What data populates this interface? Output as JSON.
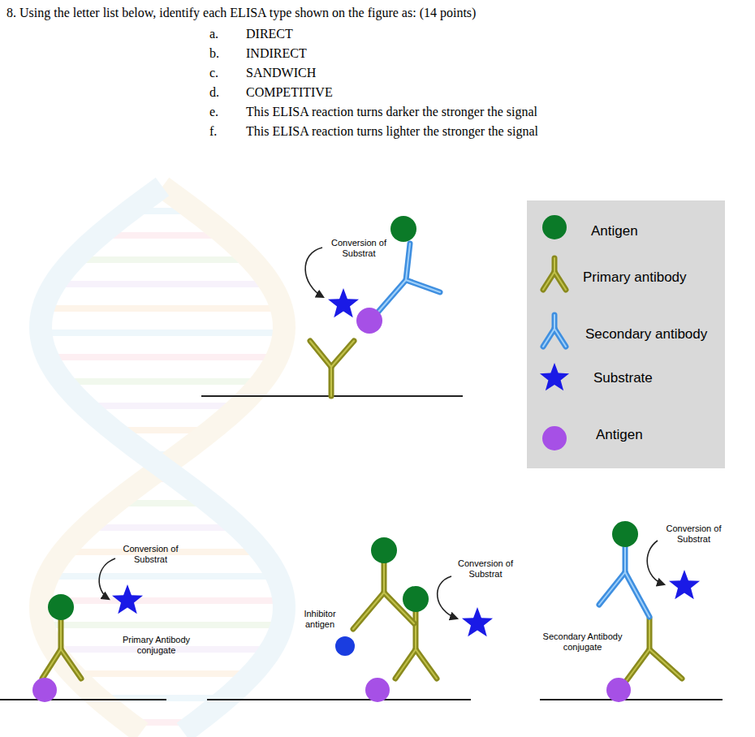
{
  "diagram": {
    "title": "8. Using the letter list below, identify each ELISA type shown on the figure as: (14 points)",
    "labels": [
      "a.",
      "DIRECT",
      "b.",
      "INDIRECT",
      "c.",
      "SANDWICH",
      "d.",
      "COMPETITIVE",
      "e.",
      "This ELISA reaction turns darker the stronger the signal",
      "f.",
      "This ELISA reaction turns lighter the stronger the signal",
      "Conversion of Substrat",
      "Conversion of Substrat",
      "Primary Antibody conjugate",
      "Inhibitor antigen",
      "Conversion of Substrat",
      "Conversion of Substrat",
      "Secondary Antibody conjugate"
    ],
    "legend": [
      {
        "text": "Antigen",
        "color": "#0b7a28"
      },
      {
        "text": "Primary antibody"
      },
      {
        "text": "Secondary antibody"
      },
      {
        "text": "Substrate"
      },
      {
        "text": "Antigen",
        "color": "#a650e6"
      }
    ]
  }
}
